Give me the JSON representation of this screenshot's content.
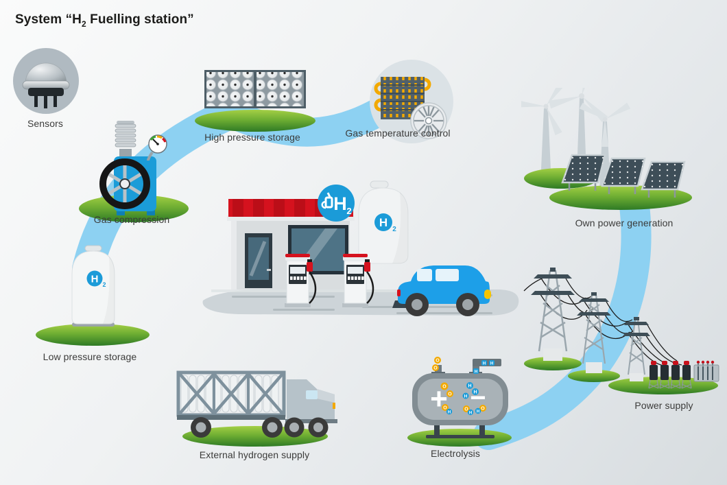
{
  "title": {
    "prefix": "System “H",
    "sub": "2",
    "suffix": " Fuelling station”"
  },
  "labels": {
    "sensors": "Sensors",
    "gas_compression": "Gas compression",
    "high_pressure_storage": "High pressure storage",
    "gas_temperature_control": "Gas temperature control",
    "own_power_generation": "Own power generation",
    "power_supply": "Power supply",
    "electrolysis": "Electrolysis",
    "external_hydrogen_supply": "External hydrogen supply",
    "low_pressure_storage": "Low pressure storage"
  },
  "symbols": {
    "h2_main": "H",
    "h2_sub": "2",
    "oxygen": "O",
    "hydrogen": "H",
    "anode": "+",
    "cathode": "−"
  },
  "colors": {
    "flow_band_blue": "#8dd1f2",
    "h2_blue": "#1b9bd8",
    "green_light": "#9fcb3c",
    "green_dark": "#2e7a25",
    "signal_red": "#d5121e",
    "accent_yellow": "#f2a900",
    "car_blue": "#1d9fe8",
    "slate": "#4e5e67",
    "label_gray": "#3b3b3a"
  }
}
